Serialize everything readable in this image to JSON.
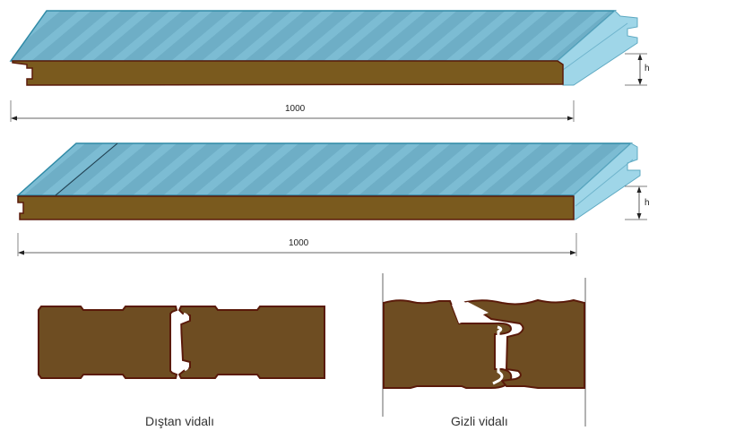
{
  "panels": [
    {
      "width_label": "1000",
      "height_label": "h"
    },
    {
      "width_label": "1000",
      "height_label": "h"
    }
  ],
  "joints": [
    {
      "caption": "Dıştan vidalı"
    },
    {
      "caption": "Gizli vidalı"
    }
  ],
  "colors": {
    "steel": "#6fb4cc",
    "steel_light": "#9fd6e8",
    "foam": "#7a5a1e",
    "edge": "#5a1a0a"
  }
}
